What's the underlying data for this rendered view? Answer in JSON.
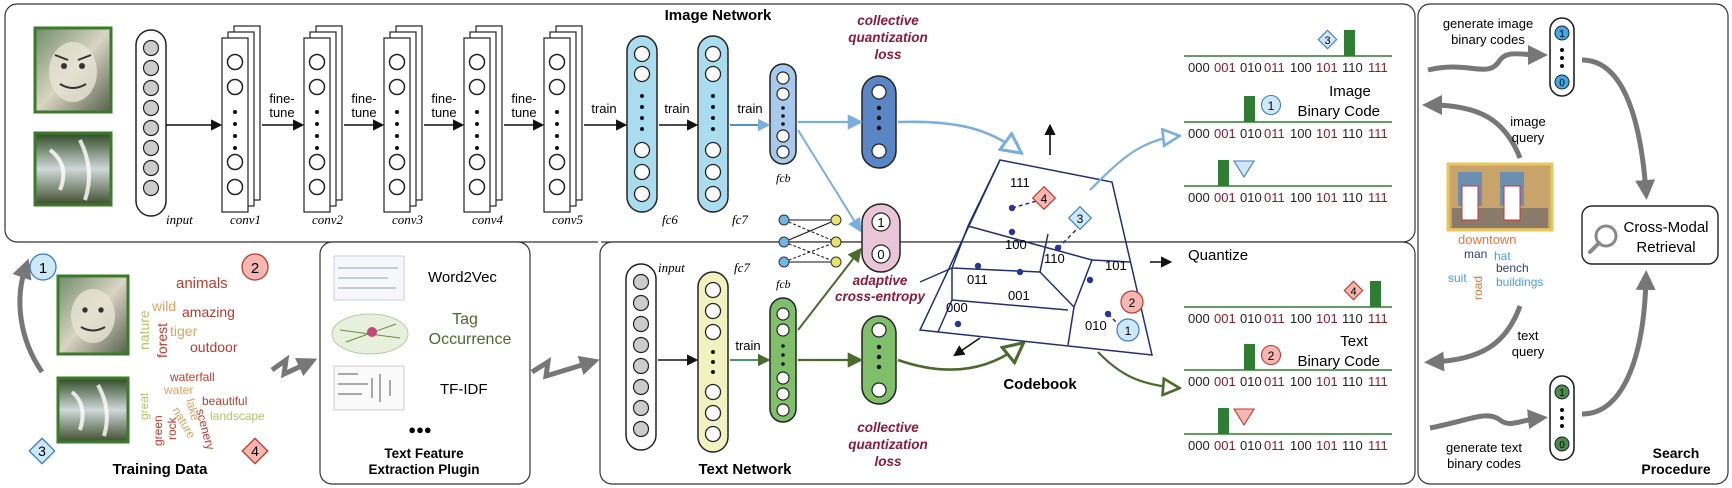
{
  "image_network": {
    "title": "Image Network",
    "layers": [
      "input",
      "conv1",
      "conv2",
      "conv3",
      "conv4",
      "conv5",
      "fc6",
      "fc7",
      "fcb"
    ],
    "edges": [
      "fine-tune",
      "fine-tune",
      "fine-tune",
      "fine-tune",
      "train",
      "train",
      "train"
    ],
    "loss": [
      "collective",
      "quantization",
      "loss"
    ]
  },
  "text_network": {
    "title": "Text Network",
    "layers": [
      "input",
      "fc7",
      "fcb"
    ],
    "edge": "train",
    "loss": [
      "collective",
      "quantization",
      "loss"
    ]
  },
  "adaptive": {
    "lines": [
      "adaptive",
      "cross-entropy"
    ],
    "values": [
      "1",
      "0"
    ]
  },
  "codebook": {
    "title": "Codebook",
    "cells": [
      "111",
      "100",
      "110",
      "011",
      "001",
      "101",
      "000",
      "010"
    ],
    "quantize": "Quantize"
  },
  "binary": {
    "codes": [
      "000",
      "001",
      "010",
      "011",
      "100",
      "101",
      "110",
      "111"
    ],
    "image_label": [
      "Image",
      "Binary Code"
    ],
    "text_label": [
      "Text",
      "Binary Code"
    ],
    "badges": {
      "one": "1",
      "two": "2",
      "three": "3",
      "four": "4"
    }
  },
  "training": {
    "title": "Training Data",
    "words_1": [
      "animals",
      "wild",
      "amazing",
      "nature",
      "forest",
      "tiger",
      "outdoor"
    ],
    "words_2": [
      "waterfall",
      "water",
      "beautiful",
      "great",
      "nature",
      "lake",
      "scenery",
      "landscape",
      "green",
      "rock"
    ]
  },
  "plugin": {
    "title": [
      "Text Feature",
      "Extraction Plugin"
    ],
    "methods": [
      "Word2Vec",
      "Tag",
      "Occurrence",
      "TF-IDF",
      "●●●"
    ]
  },
  "search": {
    "title": [
      "Search",
      "Procedure"
    ],
    "gen_image": [
      "generate image",
      "binary codes"
    ],
    "gen_text": [
      "generate text",
      "binary codes"
    ],
    "image_query": [
      "image",
      "query"
    ],
    "text_query": [
      "text",
      "query"
    ],
    "retrieval": [
      "Cross-Modal",
      "Retrieval"
    ],
    "query_words": [
      "downtown",
      "man",
      "hat",
      "bench",
      "suit",
      "road",
      "buildings"
    ],
    "code_bits": [
      "1",
      "0"
    ]
  },
  "colors": {
    "blue_arrow": "#7aaedc",
    "green_arrow": "#4a6b2c",
    "fc_cyan": "#a9dcef",
    "fcb_blue": "#a7c9ec",
    "text_green": "#7fbf6a",
    "text_yellow": "#f2f1c0",
    "loss_red": "#8b1a3b",
    "codebook_line": "#1f2f7a",
    "dot": "#24349a",
    "code_green": "#2e7d32",
    "code_red": "#8b1a2a"
  }
}
